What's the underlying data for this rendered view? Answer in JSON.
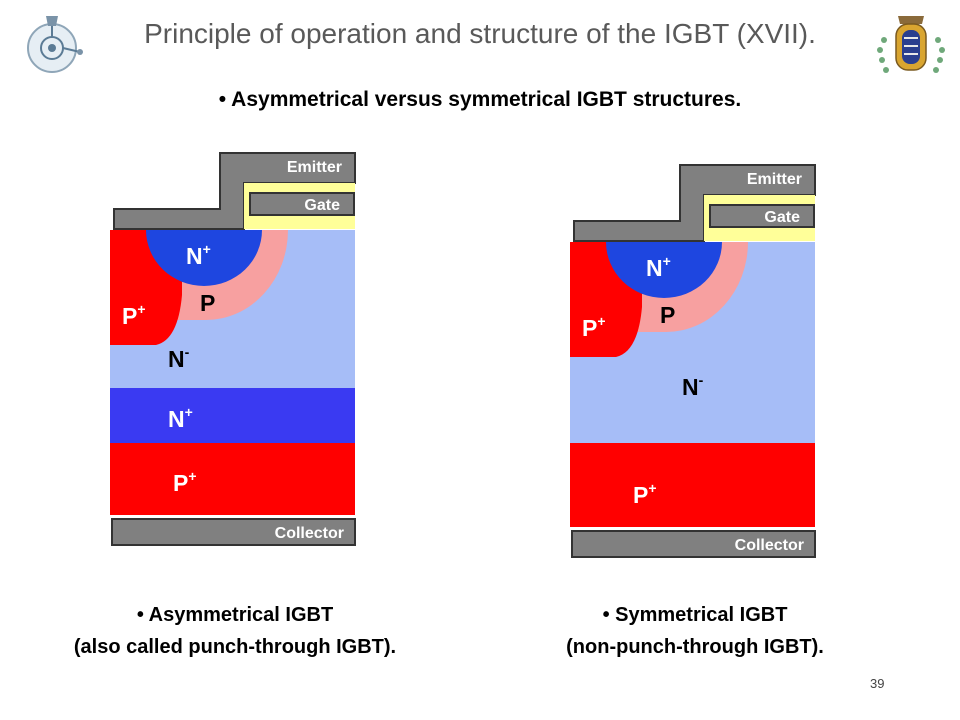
{
  "header": {
    "title": "Principle of operation and structure of the IGBT (XVII).",
    "subtitle": "Asymmetrical versus symmetrical IGBT structures.",
    "page_number": "39"
  },
  "bullet": "•",
  "left_structure": {
    "emitter": "Emitter",
    "gate": "Gate",
    "collector": "Collector",
    "regions": {
      "n_plus_top": "N",
      "p_plus_left": "P",
      "p_body": "P",
      "n_minus": "N",
      "n_plus_buffer": "N",
      "p_plus_bottom": "P"
    },
    "caption_line1": "Asymmetrical IGBT",
    "caption_line2": "(also called punch-through IGBT)."
  },
  "right_structure": {
    "emitter": "Emitter",
    "gate": "Gate",
    "collector": "Collector",
    "regions": {
      "n_plus_top": "N",
      "p_plus_left": "P",
      "p_body": "P",
      "n_minus": "N",
      "p_plus_bottom": "P"
    },
    "caption_line1": "Symmetrical IGBT",
    "caption_line2": "(non-punch-through IGBT)."
  },
  "superscripts": {
    "plus": "+",
    "minus": "-"
  },
  "colors": {
    "metal": "#808080",
    "gate_oxide": "#ffff99",
    "p_plus": "#ff0000",
    "n_plus": "#3a3af2",
    "n_minus": "#a6bdf7",
    "p_body": "#f7a0a0",
    "n_plus_well": "#1e46e0"
  }
}
